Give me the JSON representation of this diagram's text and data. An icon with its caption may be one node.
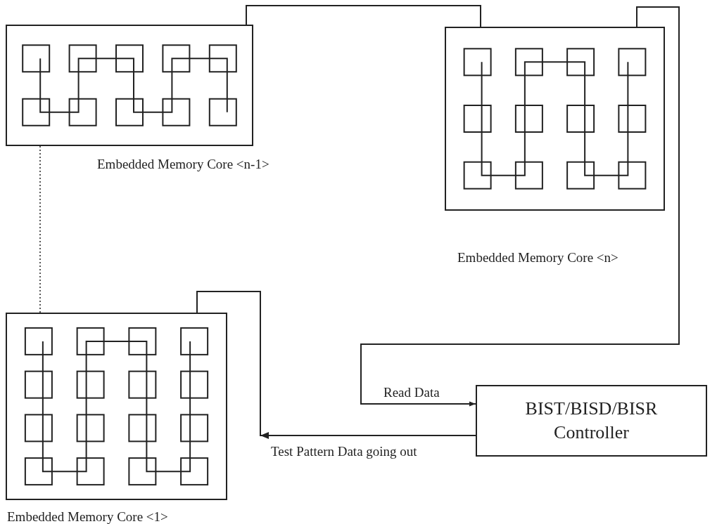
{
  "diagram": {
    "nodes": [
      {
        "text": [
          "Embedded Memory Core <n-1>"
        ]
      },
      {
        "text": [
          "Embedded Memory Core <n>"
        ]
      },
      {
        "text": [
          "Embedded Memory Core <1>"
        ]
      },
      {
        "text": [
          "BIST/BISD/BISR Controller"
        ]
      }
    ],
    "edges": [
      {
        "from": 0,
        "to": 1,
        "arrow": "none"
      },
      {
        "from": 1,
        "to": 3,
        "arrow": "to",
        "label": "Read Data"
      },
      {
        "from": 3,
        "to": 2,
        "arrow": "to",
        "label": "Test Pattern Data going out"
      },
      {
        "from": 2,
        "to": 0,
        "arrow": "none",
        "style": "dashed"
      }
    ]
  }
}
